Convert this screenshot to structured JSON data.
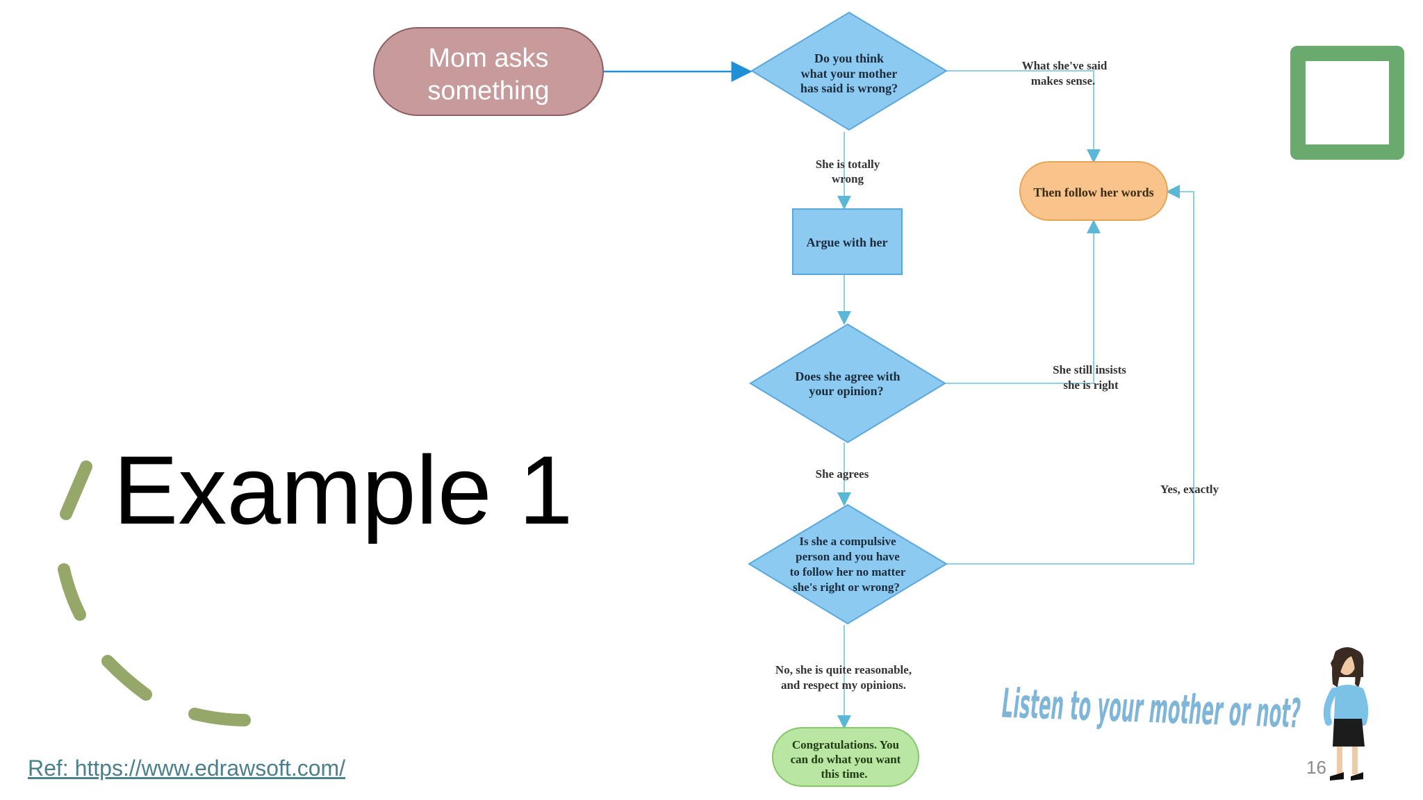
{
  "slide": {
    "title": "Example 1",
    "ref": "Ref: https://www.edrawsoft.com/",
    "page_number": "16"
  },
  "flowchart": {
    "start": [
      "Mom asks",
      "something"
    ],
    "decision1": [
      "Do you think",
      "what your mother",
      "has said is wrong?"
    ],
    "label_sense": [
      "What she've said",
      "makes sense."
    ],
    "label_wrong": [
      "She is totally",
      "wrong"
    ],
    "follow": "Then follow her words",
    "argue": "Argue with her",
    "decision2": [
      "Does she agree with",
      "your opinion?"
    ],
    "label_insists": [
      "She still insists",
      "she is right"
    ],
    "label_agrees": "She agrees",
    "label_exactly": "Yes, exactly",
    "decision3": [
      "Is she a compulsive",
      "person and you have",
      "to follow her no matter",
      "she's right or wrong?"
    ],
    "label_reasonable": [
      "No, she is quite reasonable,",
      "and respect my opinions."
    ],
    "end": [
      "Congratulations. You",
      "can do what you want",
      "this time."
    ],
    "caption": "Listen to your mother or not?"
  },
  "colors": {
    "start_fill": "#c79a9c",
    "decision_fill": "#8ccaf2",
    "process_fill": "#8ccaf2",
    "follow_fill": "#f8c48c",
    "end_fill": "#b9e6a2",
    "connector": "#8fcfe0",
    "accent_green": "#6aaa6e",
    "deco_dash": "#95a86a"
  }
}
